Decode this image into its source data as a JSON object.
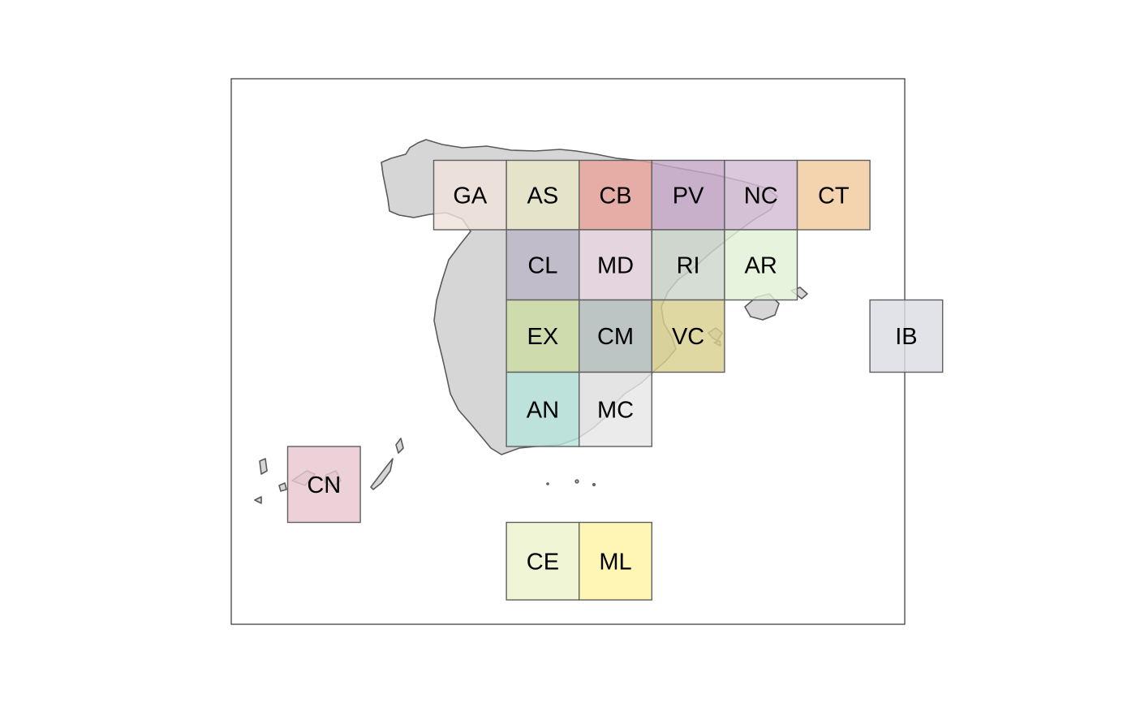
{
  "colors": {
    "background": "#ffffff",
    "frame": "#333333",
    "land_fill": "#d6d6d6",
    "land_stroke": "#5a5a5a",
    "tile_stroke": "#5f5f5f"
  },
  "tiles": [
    {
      "code": "GA",
      "row": 0,
      "col": 0,
      "color": "#efe2db"
    },
    {
      "code": "AS",
      "row": 0,
      "col": 1,
      "color": "#e8e7c8"
    },
    {
      "code": "CB",
      "row": 0,
      "col": 2,
      "color": "#e8a39b"
    },
    {
      "code": "PV",
      "row": 0,
      "col": 3,
      "color": "#c4a7c7"
    },
    {
      "code": "NC",
      "row": 0,
      "col": 4,
      "color": "#d4bcd6"
    },
    {
      "code": "CT",
      "row": 0,
      "col": 5,
      "color": "#f2cb9c"
    },
    {
      "code": "CL",
      "row": 1,
      "col": 1,
      "color": "#bcb6c6"
    },
    {
      "code": "MD",
      "row": 1,
      "col": 2,
      "color": "#e8d4e0"
    },
    {
      "code": "RI",
      "row": 1,
      "col": 3,
      "color": "#cdd5cb"
    },
    {
      "code": "AR",
      "row": 1,
      "col": 4,
      "color": "#e1f1d7"
    },
    {
      "code": "EX",
      "row": 2,
      "col": 1,
      "color": "#cadca3"
    },
    {
      "code": "CM",
      "row": 2,
      "col": 2,
      "color": "#b7bfbf"
    },
    {
      "code": "VC",
      "row": 2,
      "col": 3,
      "color": "#d8d08f"
    },
    {
      "code": "IB",
      "row": 2,
      "col": 6,
      "color": "#dcdce4"
    },
    {
      "code": "AN",
      "row": 3,
      "col": 1,
      "color": "#b7e3dc"
    },
    {
      "code": "MC",
      "row": 3,
      "col": 2,
      "color": "#e6e6e6"
    },
    {
      "code": "CN",
      "row": 4,
      "col": -1,
      "color": "#e8c8cf"
    },
    {
      "code": "CE",
      "row": 5,
      "col": 1,
      "color": "#ebf3cc"
    },
    {
      "code": "ML",
      "row": 5,
      "col": 2,
      "color": "#fff4a6"
    }
  ]
}
